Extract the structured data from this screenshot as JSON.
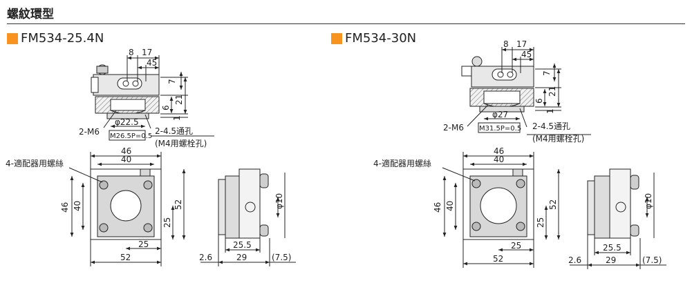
{
  "section_title": "螺紋環型",
  "accent_color": "#f7931e",
  "models": [
    {
      "name": "FM534-25.4N",
      "dims": {
        "top_8": "8",
        "top_17": "17",
        "top_45": "45",
        "right_7": "7",
        "right_21": "21",
        "right_6": "6",
        "right_1": "1",
        "phi": "φ22.5",
        "thread": "M26.5P=0.5",
        "m6": "2-M6",
        "hole": "2-4.5通孔",
        "hole_note": "(M4用螺栓孔)",
        "front_46": "46",
        "front_40": "40",
        "front_52": "52",
        "front_25": "25",
        "left_46": "46",
        "left_40": "40",
        "bottom_25": "25",
        "bottom_52": "52",
        "screws": "4-適配器用螺絲",
        "side_phi": "φ10",
        "side_25_5": "25.5",
        "side_2_6": "2.6",
        "side_29": "29",
        "side_7_5": "(7.5)"
      }
    },
    {
      "name": "FM534-30N",
      "dims": {
        "top_8": "8",
        "top_17": "17",
        "top_45": "45",
        "right_7": "7",
        "right_21": "21",
        "right_6": "6",
        "right_1": "1",
        "phi": "φ27",
        "thread": "M31.5P=0.5",
        "m6": "2-M6",
        "hole": "2-4.5通孔",
        "hole_note": "(M4用螺栓孔)",
        "front_46": "46",
        "front_40": "40",
        "front_52": "52",
        "front_25": "25",
        "left_46": "46",
        "left_40": "40",
        "bottom_25": "25",
        "bottom_52": "52",
        "screws": "4-適配器用螺絲",
        "side_phi": "φ10",
        "side_25_5": "25.5",
        "side_2_6": "2.6",
        "side_29": "29",
        "side_7_5": "(7.5)"
      }
    }
  ]
}
